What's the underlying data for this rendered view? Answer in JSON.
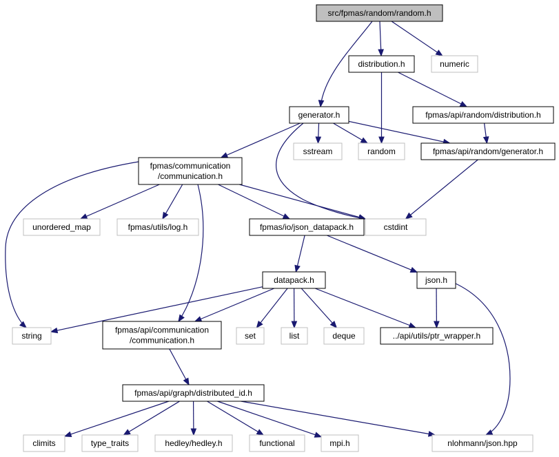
{
  "diagram": {
    "nodes": [
      {
        "id": "random_h",
        "kind": "root",
        "lines": [
          "src/fpmas/random/random.h"
        ]
      },
      {
        "id": "distribution_h",
        "kind": "local",
        "lines": [
          "distribution.h"
        ]
      },
      {
        "id": "numeric",
        "kind": "system",
        "lines": [
          "numeric"
        ]
      },
      {
        "id": "generator_h",
        "kind": "local",
        "lines": [
          "generator.h"
        ]
      },
      {
        "id": "api_distribution_h",
        "kind": "local",
        "lines": [
          "fpmas/api/random/distribution.h"
        ]
      },
      {
        "id": "communication_h",
        "kind": "local",
        "lines": [
          "fpmas/communication",
          "/communication.h"
        ]
      },
      {
        "id": "sstream",
        "kind": "system",
        "lines": [
          "sstream"
        ]
      },
      {
        "id": "random",
        "kind": "system",
        "lines": [
          "random"
        ]
      },
      {
        "id": "api_generator_h",
        "kind": "local",
        "lines": [
          "fpmas/api/random/generator.h"
        ]
      },
      {
        "id": "unordered_map",
        "kind": "system",
        "lines": [
          "unordered_map"
        ]
      },
      {
        "id": "log_h",
        "kind": "system",
        "lines": [
          "fpmas/utils/log.h"
        ]
      },
      {
        "id": "json_datapack_h",
        "kind": "local",
        "lines": [
          "fpmas/io/json_datapack.h"
        ]
      },
      {
        "id": "cstdint",
        "kind": "system",
        "lines": [
          "cstdint"
        ]
      },
      {
        "id": "datapack_h",
        "kind": "local",
        "lines": [
          "datapack.h"
        ]
      },
      {
        "id": "json_h",
        "kind": "local",
        "lines": [
          "json.h"
        ]
      },
      {
        "id": "string",
        "kind": "system",
        "lines": [
          "string"
        ]
      },
      {
        "id": "api_communication_h",
        "kind": "local",
        "lines": [
          "fpmas/api/communication",
          "/communication.h"
        ]
      },
      {
        "id": "set",
        "kind": "system",
        "lines": [
          "set"
        ]
      },
      {
        "id": "list",
        "kind": "system",
        "lines": [
          "list"
        ]
      },
      {
        "id": "deque",
        "kind": "system",
        "lines": [
          "deque"
        ]
      },
      {
        "id": "ptr_wrapper_h",
        "kind": "local",
        "lines": [
          "../api/utils/ptr_wrapper.h"
        ]
      },
      {
        "id": "distributed_id_h",
        "kind": "local",
        "lines": [
          "fpmas/api/graph/distributed_id.h"
        ]
      },
      {
        "id": "climits",
        "kind": "system",
        "lines": [
          "climits"
        ]
      },
      {
        "id": "type_traits",
        "kind": "system",
        "lines": [
          "type_traits"
        ]
      },
      {
        "id": "hedley_h",
        "kind": "system",
        "lines": [
          "hedley/hedley.h"
        ]
      },
      {
        "id": "functional",
        "kind": "system",
        "lines": [
          "functional"
        ]
      },
      {
        "id": "mpi_h",
        "kind": "system",
        "lines": [
          "mpi.h"
        ]
      },
      {
        "id": "nlohmann_json_hpp",
        "kind": "system",
        "lines": [
          "nlohmann/json.hpp"
        ]
      }
    ],
    "edges": [
      [
        "random_h",
        "distribution_h"
      ],
      [
        "random_h",
        "numeric"
      ],
      [
        "random_h",
        "generator_h"
      ],
      [
        "distribution_h",
        "api_distribution_h"
      ],
      [
        "distribution_h",
        "random"
      ],
      [
        "api_distribution_h",
        "api_generator_h"
      ],
      [
        "generator_h",
        "communication_h"
      ],
      [
        "generator_h",
        "sstream"
      ],
      [
        "generator_h",
        "random"
      ],
      [
        "generator_h",
        "api_generator_h"
      ],
      [
        "generator_h",
        "cstdint"
      ],
      [
        "api_generator_h",
        "cstdint"
      ],
      [
        "communication_h",
        "string"
      ],
      [
        "communication_h",
        "unordered_map"
      ],
      [
        "communication_h",
        "log_h"
      ],
      [
        "communication_h",
        "json_datapack_h"
      ],
      [
        "communication_h",
        "cstdint"
      ],
      [
        "communication_h",
        "api_communication_h"
      ],
      [
        "json_datapack_h",
        "datapack_h"
      ],
      [
        "json_datapack_h",
        "json_h"
      ],
      [
        "datapack_h",
        "string"
      ],
      [
        "datapack_h",
        "api_communication_h"
      ],
      [
        "datapack_h",
        "set"
      ],
      [
        "datapack_h",
        "list"
      ],
      [
        "datapack_h",
        "deque"
      ],
      [
        "datapack_h",
        "ptr_wrapper_h"
      ],
      [
        "json_h",
        "ptr_wrapper_h"
      ],
      [
        "json_h",
        "nlohmann_json_hpp"
      ],
      [
        "api_communication_h",
        "distributed_id_h"
      ],
      [
        "distributed_id_h",
        "climits"
      ],
      [
        "distributed_id_h",
        "type_traits"
      ],
      [
        "distributed_id_h",
        "hedley_h"
      ],
      [
        "distributed_id_h",
        "functional"
      ],
      [
        "distributed_id_h",
        "mpi_h"
      ],
      [
        "distributed_id_h",
        "nlohmann_json_hpp"
      ]
    ]
  }
}
